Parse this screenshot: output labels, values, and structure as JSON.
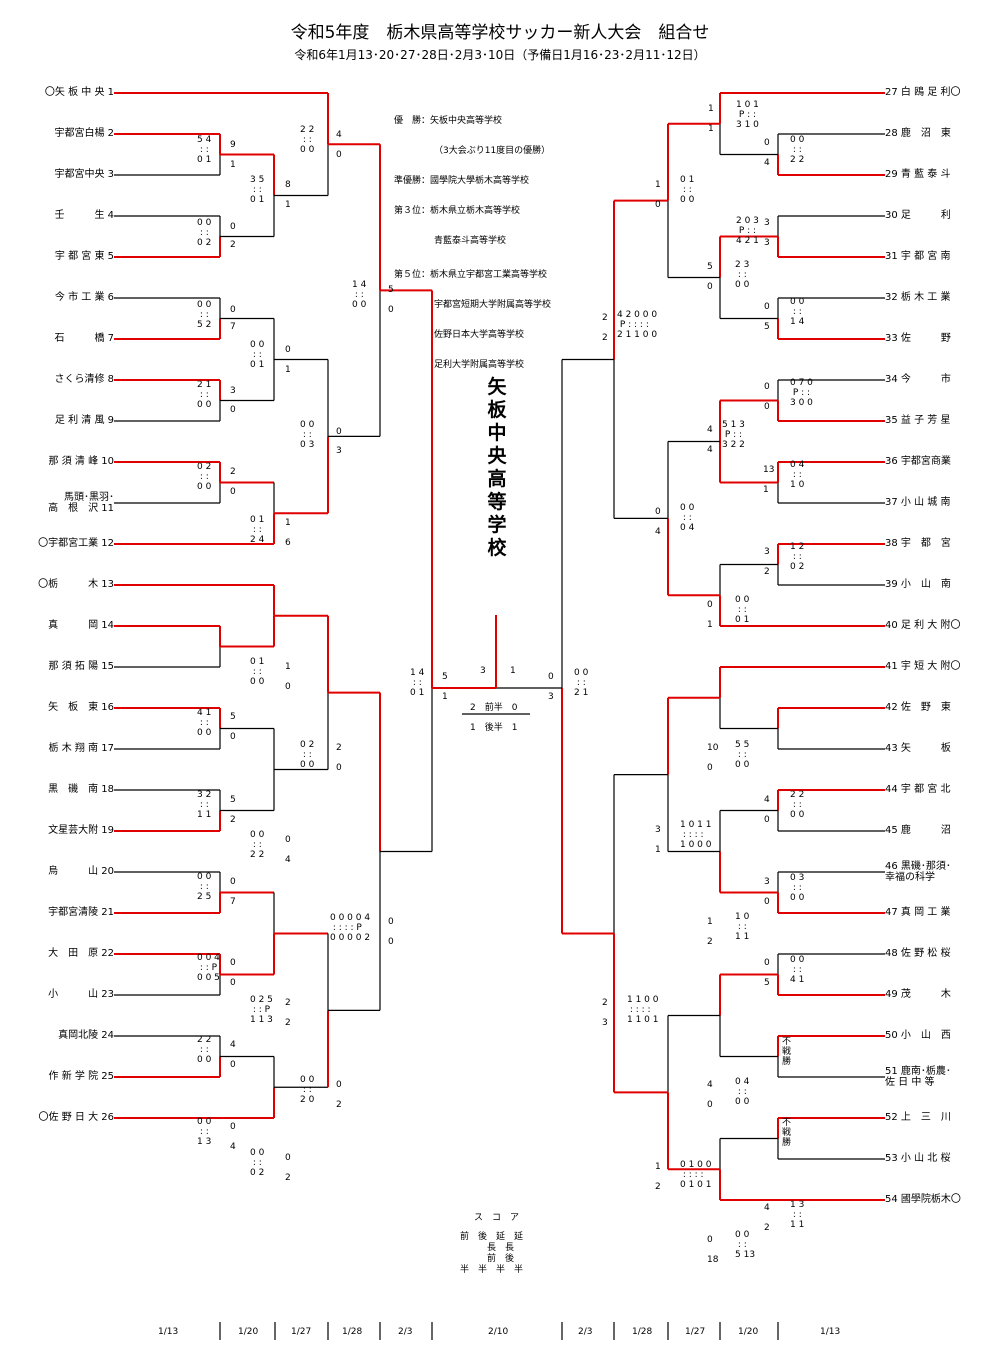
{
  "title": "令和5年度　栃木県高等学校サッカー新人大会　組合せ",
  "subtitle": "令和6年1月13･20･27･28日･2月3･10日（予備日1月16･23･2月11･12日）",
  "champion": "矢板中央高等学校",
  "results": [
    {
      "label": "優　勝：",
      "value": "矢板中央高等学校"
    },
    {
      "label": "",
      "value": "（3大会ぶり11度目の優勝）"
    },
    {
      "label": "準優勝：",
      "value": "國學院大學栃木高等学校"
    },
    {
      "label": "第３位：",
      "value": "栃木県立栃木高等学校"
    },
    {
      "label": "",
      "value": "青藍泰斗高等学校"
    },
    {
      "label": "第５位：",
      "value": "栃木県立宇都宮工業高等学校"
    },
    {
      "label": "",
      "value": "宇都宮短期大学附属高等学校"
    },
    {
      "label": "",
      "value": "佐野日本大学高等学校"
    },
    {
      "label": "",
      "value": "足利大学附属高等学校"
    }
  ],
  "teams_left": [
    {
      "name": "〇矢 板 中 央",
      "num": "1"
    },
    {
      "name": "宇都宮白楊",
      "num": "2"
    },
    {
      "name": "宇都宮中央",
      "num": "3"
    },
    {
      "name": "壬　　　生",
      "num": "4"
    },
    {
      "name": "宇 都 宮 東",
      "num": "5"
    },
    {
      "name": "今 市 工 業",
      "num": "6"
    },
    {
      "name": "石　　　橋",
      "num": "7"
    },
    {
      "name": "さくら清修",
      "num": "8"
    },
    {
      "name": "足 利 清 風",
      "num": "9"
    },
    {
      "name": "那 須 清 峰",
      "num": "10"
    },
    {
      "name": "馬頭･黒羽･\n高　根　沢",
      "num": "11"
    },
    {
      "name": "〇宇都宮工業",
      "num": "12"
    },
    {
      "name": "〇栃　　　木",
      "num": "13"
    },
    {
      "name": "真　　　岡",
      "num": "14"
    },
    {
      "name": "那 須 拓 陽",
      "num": "15"
    },
    {
      "name": "矢　板　東",
      "num": "16"
    },
    {
      "name": "栃 木 翔 南",
      "num": "17"
    },
    {
      "name": "黒　磯　南",
      "num": "18"
    },
    {
      "name": "文星芸大附",
      "num": "19"
    },
    {
      "name": "烏　　　山",
      "num": "20"
    },
    {
      "name": "宇都宮清陵",
      "num": "21"
    },
    {
      "name": "大　田　原",
      "num": "22"
    },
    {
      "name": "小　　　山",
      "num": "23"
    },
    {
      "name": "真岡北陵",
      "num": "24"
    },
    {
      "name": "作 新 学 院",
      "num": "25"
    },
    {
      "name": "〇佐 野 日 大",
      "num": "26"
    }
  ],
  "teams_right": [
    {
      "num": "27",
      "name": "白 鴎 足 利〇"
    },
    {
      "num": "28",
      "name": "鹿　沼　東"
    },
    {
      "num": "29",
      "name": "青 藍 泰 斗"
    },
    {
      "num": "30",
      "name": "足　　　利"
    },
    {
      "num": "31",
      "name": "宇 都 宮 南"
    },
    {
      "num": "32",
      "name": "栃 木 工 業"
    },
    {
      "num": "33",
      "name": "佐　　　野"
    },
    {
      "num": "34",
      "name": "今　　　市"
    },
    {
      "num": "35",
      "name": "益 子 芳 星"
    },
    {
      "num": "36",
      "name": "宇都宮商業"
    },
    {
      "num": "37",
      "name": "小 山 城 南"
    },
    {
      "num": "38",
      "name": "宇　都　宮"
    },
    {
      "num": "39",
      "name": "小　山　南"
    },
    {
      "num": "40",
      "name": "足 利 大 附〇"
    },
    {
      "num": "41",
      "name": "宇 短 大 附〇"
    },
    {
      "num": "42",
      "name": "佐　野　東"
    },
    {
      "num": "43",
      "name": "矢　　　板"
    },
    {
      "num": "44",
      "name": "宇 都 宮 北"
    },
    {
      "num": "45",
      "name": "鹿　　　沼"
    },
    {
      "num": "46",
      "name": "黒磯･那須･\n幸福の科学"
    },
    {
      "num": "47",
      "name": "真 岡 工 業"
    },
    {
      "num": "48",
      "name": "佐 野 松 桜"
    },
    {
      "num": "49",
      "name": "茂　　　木"
    },
    {
      "num": "50",
      "name": "小　山　西"
    },
    {
      "num": "51",
      "name": "鹿南･栃農･\n佐 日 中 等"
    },
    {
      "num": "52",
      "name": "上　三　川"
    },
    {
      "num": "53",
      "name": "小 山 北 桜"
    },
    {
      "num": "54",
      "name": "國學院栃木〇"
    }
  ],
  "final": {
    "left_goals": "3",
    "right_goals": "1",
    "first_half": "2　前半　0",
    "second_half": "1　後半　1",
    "first_half_label": "前半",
    "second_half_label": "後半"
  },
  "score_legend": {
    "title": "ス　コ　ア",
    "lines": [
      "前　後　延　延",
      "　　　長　長",
      "　　　前　後",
      "半　半　半　半"
    ]
  },
  "forfeit": "不戦勝",
  "dates": [
    "1/13",
    "1/20",
    "1/27",
    "1/28",
    "2/3",
    "2/10",
    "2/3",
    "1/28",
    "1/27",
    "1/20",
    "1/13"
  ],
  "colors": {
    "winner_line": "#e00000",
    "line": "#000000"
  }
}
